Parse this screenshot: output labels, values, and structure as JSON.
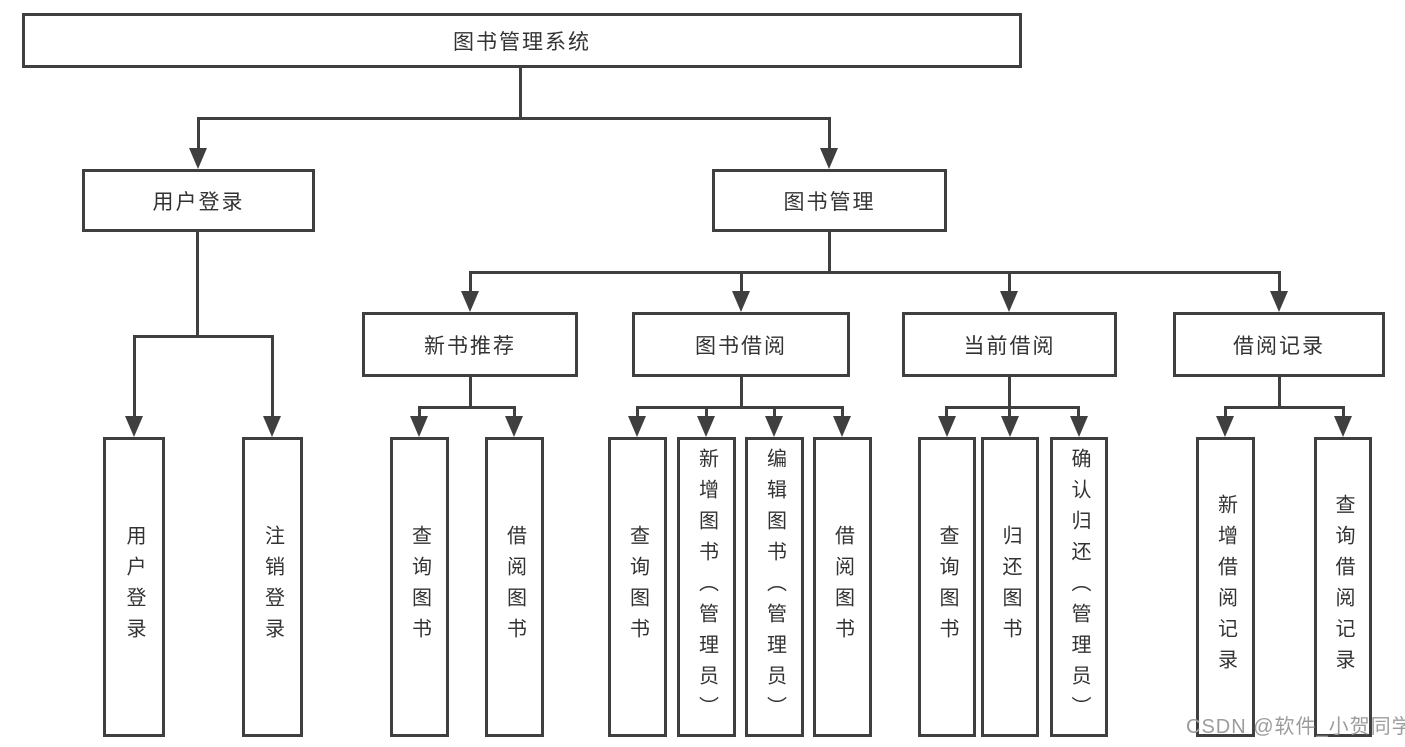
{
  "diagram": {
    "title": "图书管理系统",
    "level2": [
      {
        "label": "用户登录"
      },
      {
        "label": "图书管理"
      }
    ],
    "level3": [
      {
        "label": "新书推荐"
      },
      {
        "label": "图书借阅"
      },
      {
        "label": "当前借阅"
      },
      {
        "label": "借阅记录"
      }
    ],
    "leaves": [
      {
        "label": "用户登录"
      },
      {
        "label": "注销登录"
      },
      {
        "label": "查询图书"
      },
      {
        "label": "借阅图书"
      },
      {
        "label": "查询图书"
      },
      {
        "label": "新增图书（管理员）"
      },
      {
        "label": "编辑图书（管理员）"
      },
      {
        "label": "借阅图书"
      },
      {
        "label": "查询图书"
      },
      {
        "label": "归还图书"
      },
      {
        "label": "确认归还（管理员）"
      },
      {
        "label": "新增借阅记录"
      },
      {
        "label": "查询借阅记录"
      }
    ],
    "watermark": "CSDN @软件_小贺同学",
    "colors": {
      "line": "#3f3f3f",
      "text": "#333333",
      "watermark": "#9c9c9c",
      "background": "#ffffff"
    }
  }
}
